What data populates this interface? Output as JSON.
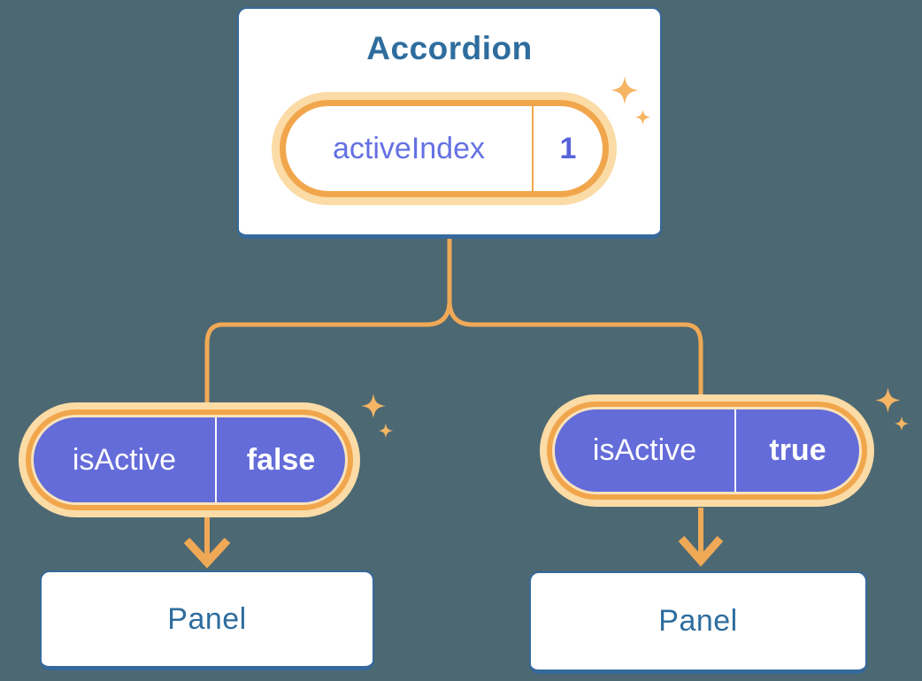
{
  "diagram": {
    "root": {
      "label": "Accordion",
      "state_name": "activeIndex",
      "state_value": "1"
    },
    "left_child": {
      "prop_name": "isActive",
      "prop_value": "false",
      "node_label": "Panel"
    },
    "right_child": {
      "prop_name": "isActive",
      "prop_value": "true",
      "node_label": "Panel"
    },
    "icons": [
      "sparkle-icon"
    ],
    "colors": {
      "background": "#4C6872",
      "card_fill": "#FFFFFF",
      "card_border": "#35699B",
      "heading_text": "#2E6D9E",
      "pill_halo": "#FBDBA6",
      "pill_ring": "#F1A64C",
      "connector": "#EFA956",
      "sparkle": "#F5B564",
      "prop_pill_fill": "#646CD9",
      "state_name_text": "#6571E3",
      "state_value_text": "#5863D9",
      "prop_text": "#FFFFFF"
    }
  }
}
